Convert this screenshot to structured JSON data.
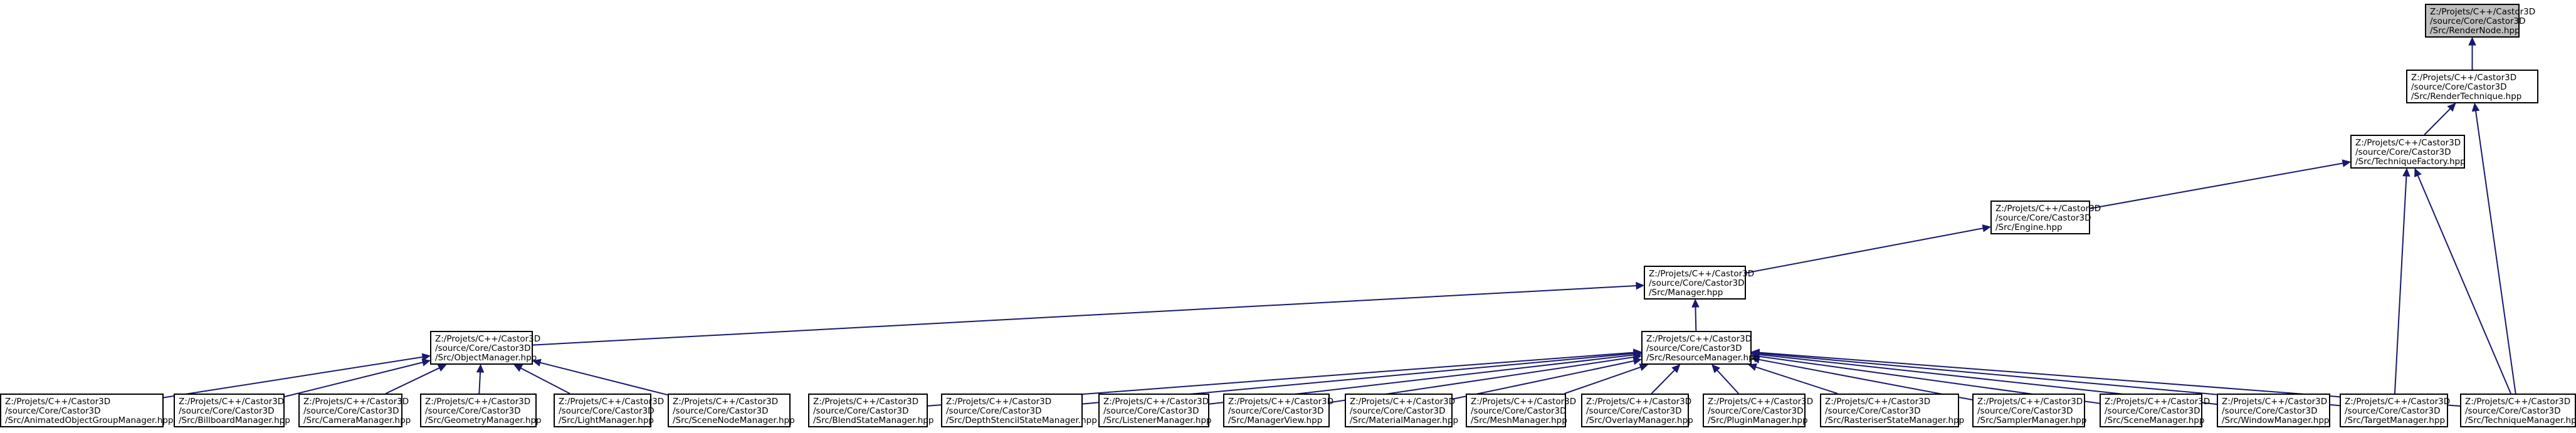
{
  "graph": {
    "style": {
      "node_fill": "#ffffff",
      "node_stroke": "#000000",
      "highlight_fill": "#bfbfbf",
      "edge_color": "#191970"
    },
    "nodes": [
      {
        "id": "render_node",
        "lines": [
          "Z:/Projets/C++/Castor3D",
          "/source/Core/Castor3D",
          "/Src/RenderNode.hpp"
        ],
        "highlight": true
      },
      {
        "id": "render_technique",
        "lines": [
          "Z:/Projets/C++/Castor3D",
          "/source/Core/Castor3D",
          "/Src/RenderTechnique.hpp"
        ]
      },
      {
        "id": "technique_factory",
        "lines": [
          "Z:/Projets/C++/Castor3D",
          "/source/Core/Castor3D",
          "/Src/TechniqueFactory.hpp"
        ]
      },
      {
        "id": "engine",
        "lines": [
          "Z:/Projets/C++/Castor3D",
          "/source/Core/Castor3D",
          "/Src/Engine.hpp"
        ]
      },
      {
        "id": "manager",
        "lines": [
          "Z:/Projets/C++/Castor3D",
          "/source/Core/Castor3D",
          "/Src/Manager.hpp"
        ]
      },
      {
        "id": "object_manager",
        "lines": [
          "Z:/Projets/C++/Castor3D",
          "/source/Core/Castor3D",
          "/Src/ObjectManager.hpp"
        ]
      },
      {
        "id": "resource_manager",
        "lines": [
          "Z:/Projets/C++/Castor3D",
          "/source/Core/Castor3D",
          "/Src/ResourceManager.hpp"
        ]
      },
      {
        "id": "animated_object_group_manager",
        "lines": [
          "Z:/Projets/C++/Castor3D",
          "/source/Core/Castor3D",
          "/Src/AnimatedObjectGroupManager.hpp"
        ]
      },
      {
        "id": "billboard_manager",
        "lines": [
          "Z:/Projets/C++/Castor3D",
          "/source/Core/Castor3D",
          "/Src/BillboardManager.hpp"
        ]
      },
      {
        "id": "camera_manager",
        "lines": [
          "Z:/Projets/C++/Castor3D",
          "/source/Core/Castor3D",
          "/Src/CameraManager.hpp"
        ]
      },
      {
        "id": "geometry_manager",
        "lines": [
          "Z:/Projets/C++/Castor3D",
          "/source/Core/Castor3D",
          "/Src/GeometryManager.hpp"
        ]
      },
      {
        "id": "light_manager",
        "lines": [
          "Z:/Projets/C++/Castor3D",
          "/source/Core/Castor3D",
          "/Src/LightManager.hpp"
        ]
      },
      {
        "id": "scene_node_manager",
        "lines": [
          "Z:/Projets/C++/Castor3D",
          "/source/Core/Castor3D",
          "/Src/SceneNodeManager.hpp"
        ]
      },
      {
        "id": "blend_state_manager",
        "lines": [
          "Z:/Projets/C++/Castor3D",
          "/source/Core/Castor3D",
          "/Src/BlendStateManager.hpp"
        ]
      },
      {
        "id": "depth_stencil_state_manager",
        "lines": [
          "Z:/Projets/C++/Castor3D",
          "/source/Core/Castor3D",
          "/Src/DepthStencilStateManager.hpp"
        ]
      },
      {
        "id": "listener_manager",
        "lines": [
          "Z:/Projets/C++/Castor3D",
          "/source/Core/Castor3D",
          "/Src/ListenerManager.hpp"
        ]
      },
      {
        "id": "manager_view",
        "lines": [
          "Z:/Projets/C++/Castor3D",
          "/source/Core/Castor3D",
          "/Src/ManagerView.hpp"
        ]
      },
      {
        "id": "material_manager",
        "lines": [
          "Z:/Projets/C++/Castor3D",
          "/source/Core/Castor3D",
          "/Src/MaterialManager.hpp"
        ]
      },
      {
        "id": "mesh_manager",
        "lines": [
          "Z:/Projets/C++/Castor3D",
          "/source/Core/Castor3D",
          "/Src/MeshManager.hpp"
        ]
      },
      {
        "id": "overlay_manager",
        "lines": [
          "Z:/Projets/C++/Castor3D",
          "/source/Core/Castor3D",
          "/Src/OverlayManager.hpp"
        ]
      },
      {
        "id": "plugin_manager",
        "lines": [
          "Z:/Projets/C++/Castor3D",
          "/source/Core/Castor3D",
          "/Src/PluginManager.hpp"
        ]
      },
      {
        "id": "rasteriser_state_manager",
        "lines": [
          "Z:/Projets/C++/Castor3D",
          "/source/Core/Castor3D",
          "/Src/RasteriserStateManager.hpp"
        ]
      },
      {
        "id": "sampler_manager",
        "lines": [
          "Z:/Projets/C++/Castor3D",
          "/source/Core/Castor3D",
          "/Src/SamplerManager.hpp"
        ]
      },
      {
        "id": "scene_manager",
        "lines": [
          "Z:/Projets/C++/Castor3D",
          "/source/Core/Castor3D",
          "/Src/SceneManager.hpp"
        ]
      },
      {
        "id": "window_manager",
        "lines": [
          "Z:/Projets/C++/Castor3D",
          "/source/Core/Castor3D",
          "/Src/WindowManager.hpp"
        ]
      },
      {
        "id": "target_manager",
        "lines": [
          "Z:/Projets/C++/Castor3D",
          "/source/Core/Castor3D",
          "/Src/TargetManager.hpp"
        ]
      },
      {
        "id": "technique_manager",
        "lines": [
          "Z:/Projets/C++/Castor3D",
          "/source/Core/Castor3D",
          "/Src/TechniqueManager.hpp"
        ]
      }
    ],
    "edges": [
      {
        "from": "render_technique",
        "to": "render_node"
      },
      {
        "from": "technique_factory",
        "to": "render_technique"
      },
      {
        "from": "technique_manager",
        "to": "render_technique"
      },
      {
        "from": "engine",
        "to": "technique_factory"
      },
      {
        "from": "target_manager",
        "to": "technique_factory"
      },
      {
        "from": "technique_manager",
        "to": "technique_factory"
      },
      {
        "from": "manager",
        "to": "engine"
      },
      {
        "from": "object_manager",
        "to": "manager"
      },
      {
        "from": "resource_manager",
        "to": "manager"
      },
      {
        "from": "animated_object_group_manager",
        "to": "object_manager"
      },
      {
        "from": "billboard_manager",
        "to": "object_manager"
      },
      {
        "from": "camera_manager",
        "to": "object_manager"
      },
      {
        "from": "geometry_manager",
        "to": "object_manager"
      },
      {
        "from": "light_manager",
        "to": "object_manager"
      },
      {
        "from": "scene_node_manager",
        "to": "object_manager"
      },
      {
        "from": "blend_state_manager",
        "to": "resource_manager"
      },
      {
        "from": "depth_stencil_state_manager",
        "to": "resource_manager"
      },
      {
        "from": "listener_manager",
        "to": "resource_manager"
      },
      {
        "from": "manager_view",
        "to": "resource_manager"
      },
      {
        "from": "material_manager",
        "to": "resource_manager"
      },
      {
        "from": "mesh_manager",
        "to": "resource_manager"
      },
      {
        "from": "overlay_manager",
        "to": "resource_manager"
      },
      {
        "from": "plugin_manager",
        "to": "resource_manager"
      },
      {
        "from": "rasteriser_state_manager",
        "to": "resource_manager"
      },
      {
        "from": "sampler_manager",
        "to": "resource_manager"
      },
      {
        "from": "scene_manager",
        "to": "resource_manager"
      },
      {
        "from": "window_manager",
        "to": "resource_manager"
      },
      {
        "from": "target_manager",
        "to": "resource_manager"
      },
      {
        "from": "technique_manager",
        "to": "resource_manager"
      }
    ]
  }
}
